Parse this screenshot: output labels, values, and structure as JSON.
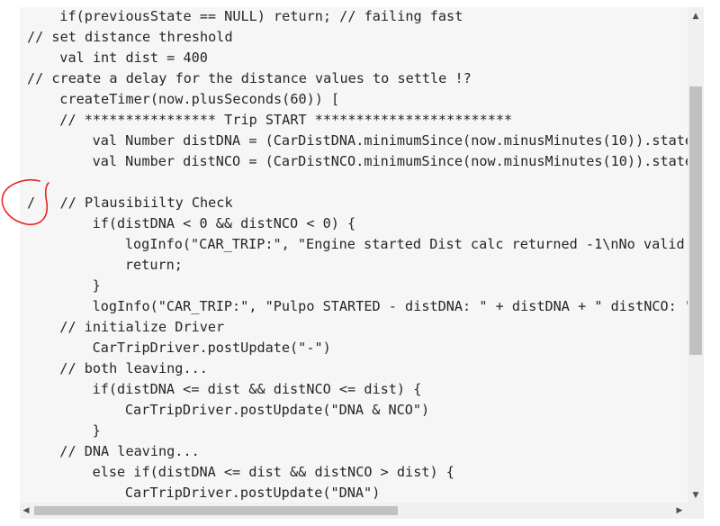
{
  "code": {
    "lines": [
      {
        "indent": 1,
        "text": "if(previousState == NULL) return; // failing fast"
      },
      {
        "indent": 0,
        "text": "// set distance threshold"
      },
      {
        "indent": 1,
        "text": "val int dist = 400"
      },
      {
        "indent": 0,
        "text": "// create a delay for the distance values to settle !?"
      },
      {
        "indent": 1,
        "text": "createTimer(now.plusSeconds(60)) ["
      },
      {
        "indent": 1,
        "text": "// **************** Trip START ************************"
      },
      {
        "indent": 2,
        "text": "val Number distDNA = (CarDistDNA.minimumSince(now.minusMinutes(10)).state"
      },
      {
        "indent": 2,
        "text": "val Number distNCO = (CarDistNCO.minimumSince(now.minusMinutes(10)).state"
      },
      {
        "indent": 0,
        "text": ""
      },
      {
        "indent": 0,
        "text": "/   // Plausibiilty Check"
      },
      {
        "indent": 2,
        "text": "if(distDNA < 0 && distNCO < 0) {"
      },
      {
        "indent": 3,
        "text": "logInfo(\"CAR_TRIP:\", \"Engine started Dist calc returned -1\\nNo valid"
      },
      {
        "indent": 3,
        "text": "return;"
      },
      {
        "indent": 2,
        "text": "}"
      },
      {
        "indent": 2,
        "text": "logInfo(\"CAR_TRIP:\", \"Pulpo STARTED - distDNA: \" + distDNA + \" distNCO: \""
      },
      {
        "indent": 1,
        "text": "// initialize Driver"
      },
      {
        "indent": 2,
        "text": "CarTripDriver.postUpdate(\"-\")"
      },
      {
        "indent": 1,
        "text": "// both leaving..."
      },
      {
        "indent": 2,
        "text": "if(distDNA <= dist && distNCO <= dist) {"
      },
      {
        "indent": 3,
        "text": "CarTripDriver.postUpdate(\"DNA & NCO\")"
      },
      {
        "indent": 2,
        "text": "}"
      },
      {
        "indent": 1,
        "text": "// DNA leaving..."
      },
      {
        "indent": 2,
        "text": "else if(distDNA <= dist && distNCO > dist) {"
      },
      {
        "indent": 3,
        "text": "CarTripDriver.postUpdate(\"DNA\")"
      }
    ]
  },
  "scroll": {
    "up_arrow": "▲",
    "down_arrow": "▼",
    "left_arrow": "◀",
    "right_arrow": "▶"
  },
  "colors": {
    "background": "#f6f6f6",
    "text": "#242729",
    "annotation": "#e8231f"
  }
}
